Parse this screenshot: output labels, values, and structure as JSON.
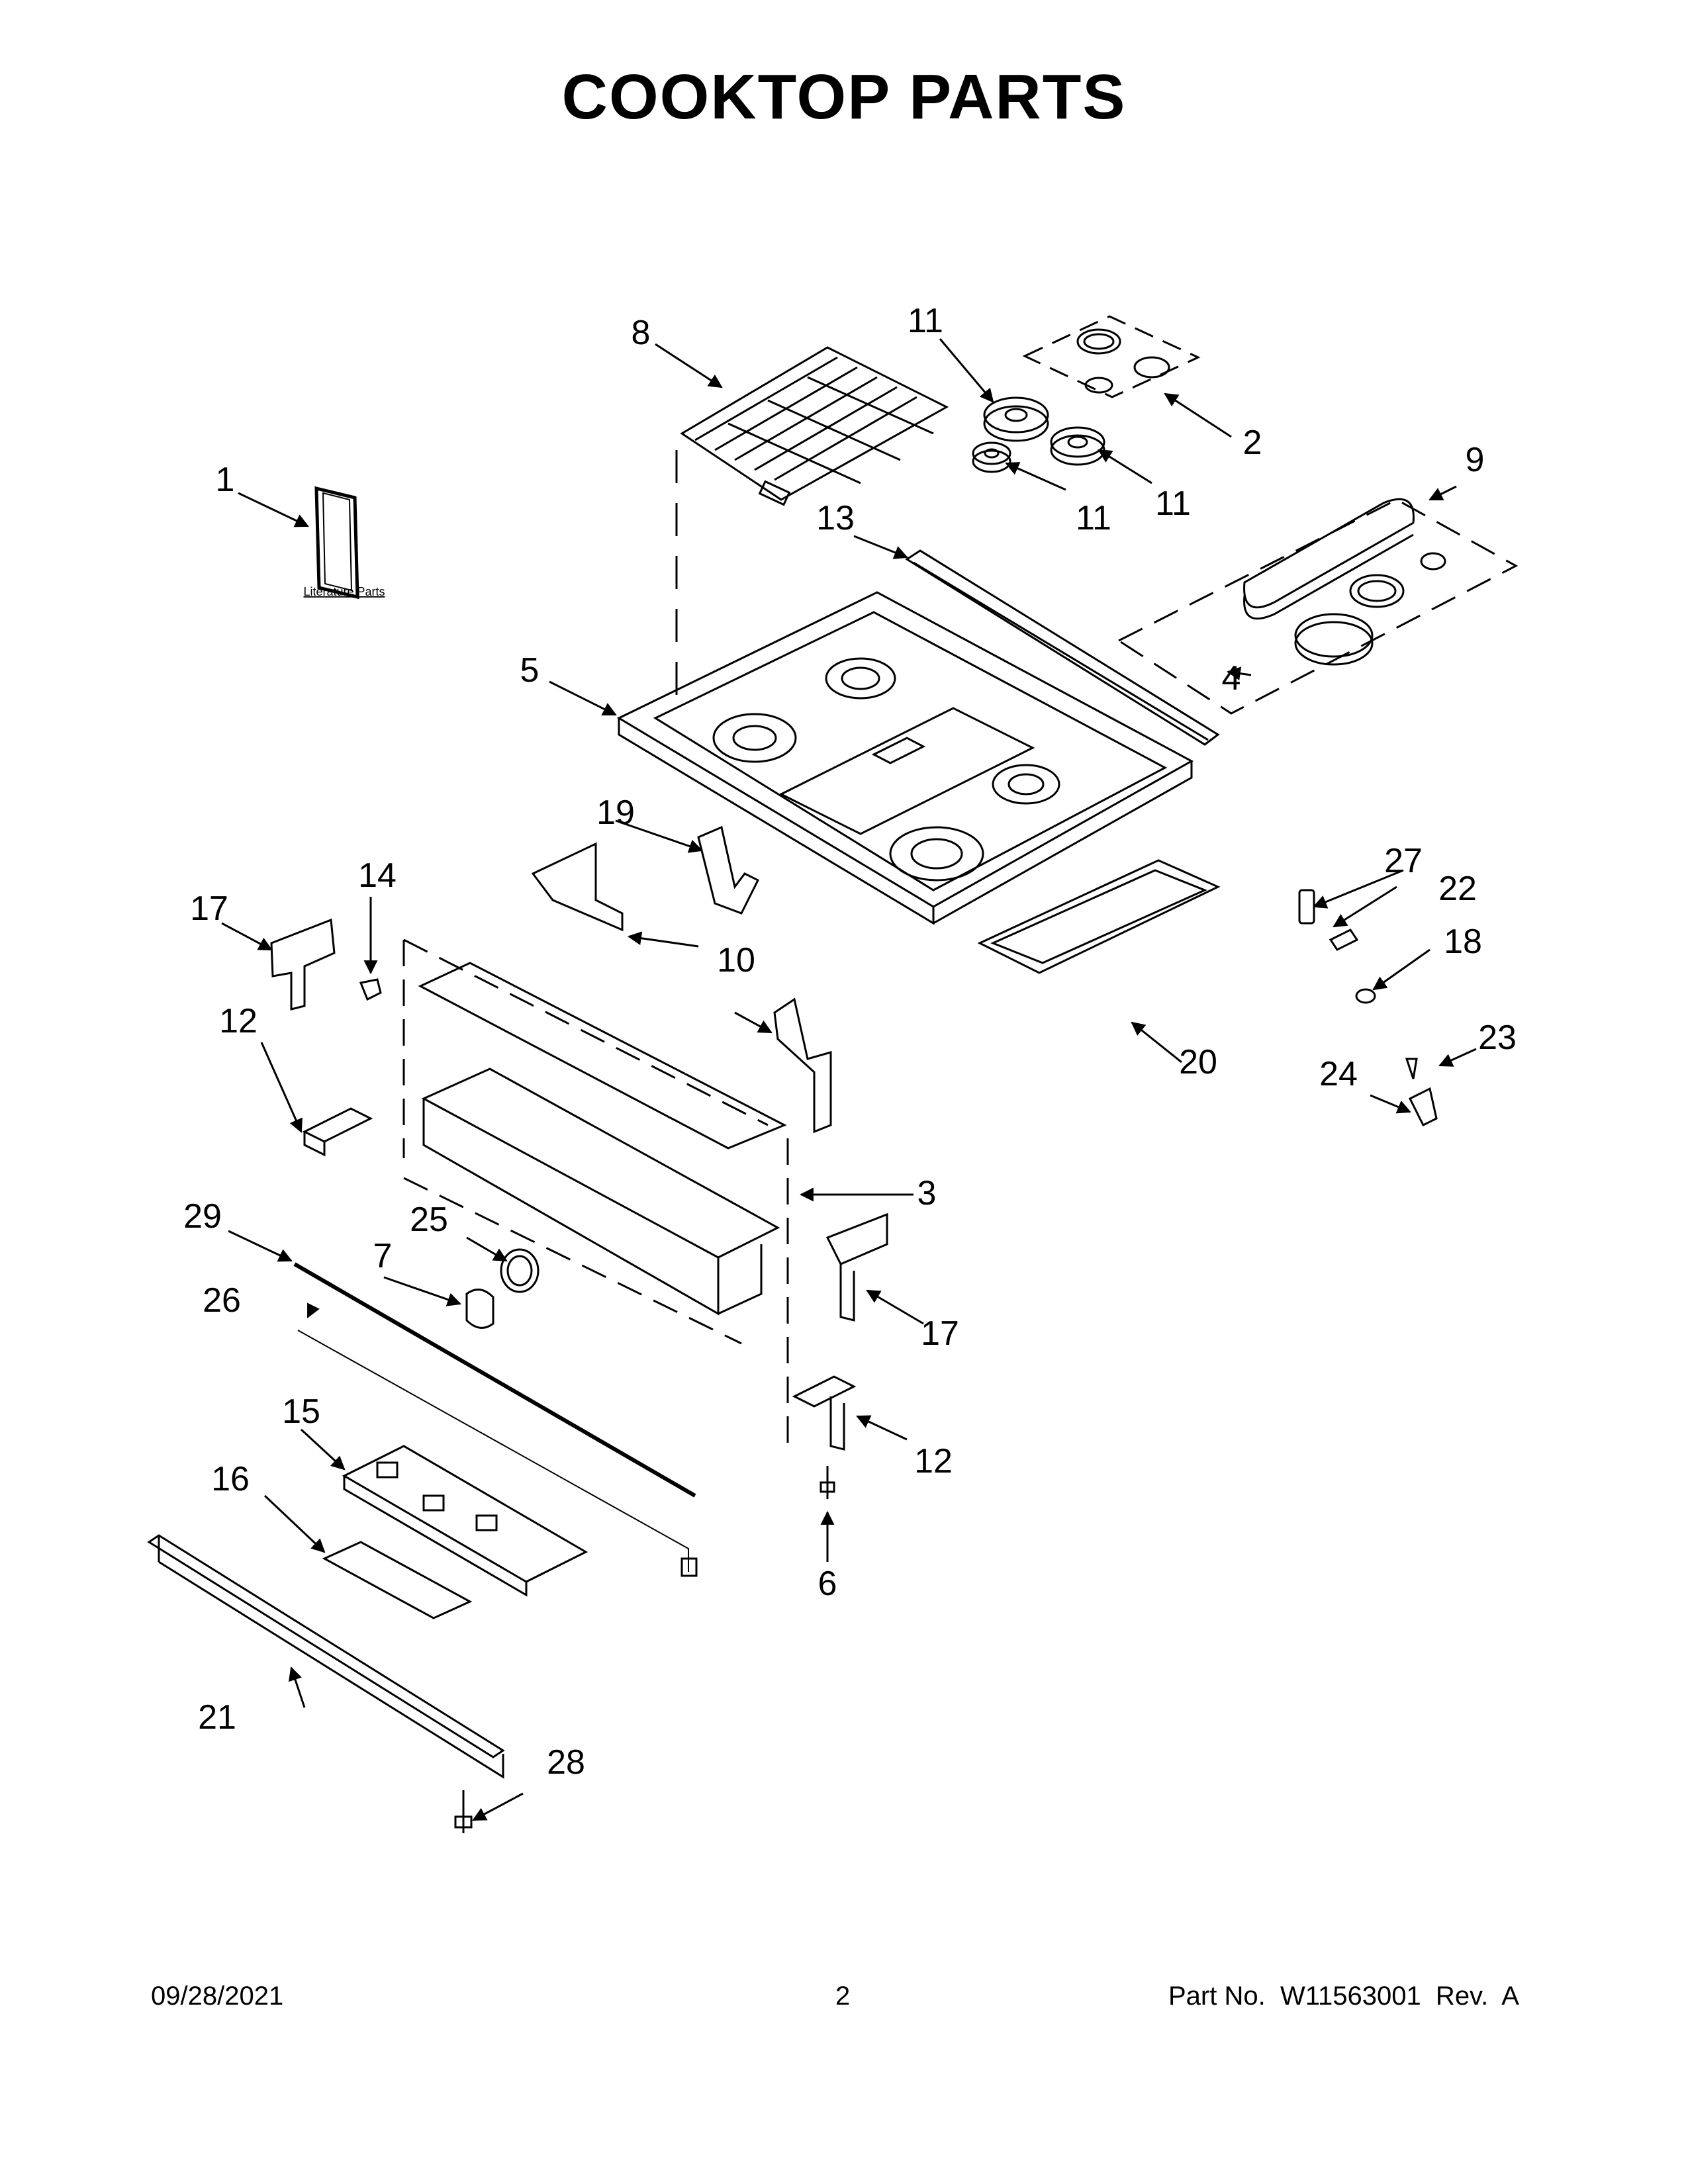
{
  "title": "COOKTOP PARTS",
  "literature_label": "Literature Parts",
  "callouts": {
    "c1": "1",
    "c2": "2",
    "c3": "3",
    "c4": "4",
    "c5": "5",
    "c6": "6",
    "c7": "7",
    "c8": "8",
    "c9": "9",
    "c10": "10",
    "c11a": "11",
    "c11b": "11",
    "c11c": "11",
    "c12a": "12",
    "c12b": "12",
    "c13": "13",
    "c14": "14",
    "c15": "15",
    "c16": "16",
    "c17a": "17",
    "c17b": "17",
    "c18": "18",
    "c19": "19",
    "c20": "20",
    "c21": "21",
    "c22": "22",
    "c23": "23",
    "c24": "24",
    "c25": "25",
    "c26": "26",
    "c27": "27",
    "c28": "28",
    "c29": "29"
  },
  "footer": {
    "date": "09/28/2021",
    "page": "2",
    "part_number": "Part No.  W11563001  Rev.  A"
  }
}
